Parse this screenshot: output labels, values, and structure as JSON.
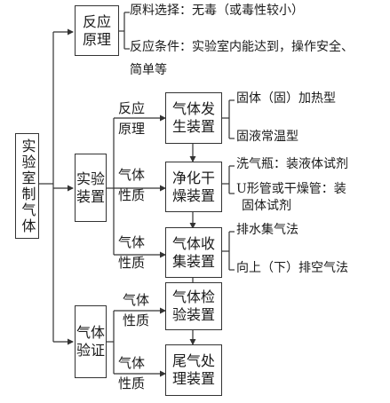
{
  "root": "实验室制气体",
  "branches": {
    "reaction": {
      "label_lines": [
        "反应",
        "原理"
      ],
      "raw_material": "原料选择：无毒（或毒性较小）",
      "conditions_line1": "反应条件：实验室内能达到，操作安全、",
      "conditions_line2": "简单等"
    },
    "apparatus": {
      "label_lines": [
        "实验",
        "装置"
      ],
      "rows": [
        {
          "basis_lines": [
            "反应",
            "原理"
          ],
          "device_lines": [
            "气体发",
            "生装置"
          ],
          "notes": [
            "固体（固）加热型",
            "固液常温型"
          ]
        },
        {
          "basis_lines": [
            "气体",
            "性质"
          ],
          "device_lines": [
            "净化干",
            "燥装置"
          ],
          "notes": [
            "洗气瓶：装液体试剂",
            "U形管或干燥管：装",
            "固体试剂"
          ]
        },
        {
          "basis_lines": [
            "气体",
            "性质"
          ],
          "device_lines": [
            "气体收",
            "集装置"
          ],
          "notes": [
            "排水集气法",
            "向上（下）排空气法"
          ]
        }
      ]
    },
    "verification": {
      "label_lines": [
        "气体",
        "验证"
      ],
      "rows": [
        {
          "basis_lines": [
            "气体",
            "性质"
          ],
          "device_lines": [
            "气体检",
            "验装置"
          ]
        },
        {
          "basis_lines": [
            "气体",
            "性质"
          ],
          "device_lines": [
            "尾气处",
            "理装置"
          ]
        }
      ]
    }
  },
  "colors": {
    "line": "#333333",
    "text": "#1a1a1a"
  }
}
